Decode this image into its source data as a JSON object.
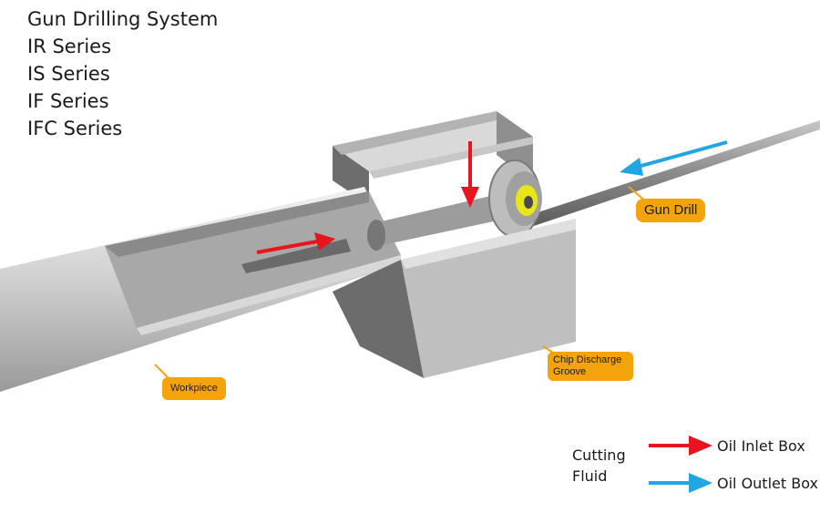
{
  "title_lines": [
    "Gun Drilling System",
    "IR Series",
    "IS Series",
    "IF Series",
    "IFC Series"
  ],
  "callouts": {
    "gun_drill": "Gun Drill",
    "chip_discharge": "Chip Discharge Groove",
    "workpiece": "Workpiece"
  },
  "legend": {
    "heading": "Cutting Fluid",
    "inlet_label": "Oil Inlet Box",
    "outlet_label": "Oil Outlet Box"
  },
  "colors": {
    "inlet_arrow": "#e8141e",
    "outlet_arrow": "#21a6e3",
    "callout_fill": "#f5a30a",
    "bushing": "#e8e619"
  }
}
